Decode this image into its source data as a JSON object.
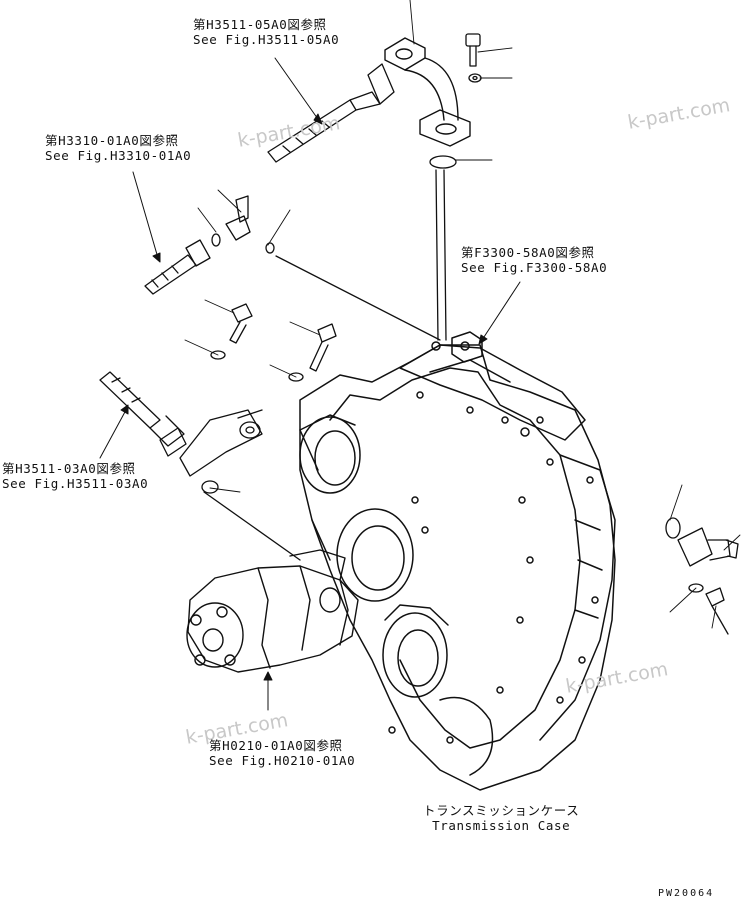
{
  "refs": {
    "h3511_05": {
      "jp": "第H3511-05A0図参照",
      "en": "See Fig.H3511-05A0"
    },
    "h3310_01": {
      "jp": "第H3310-01A0図参照",
      "en": "See Fig.H3310-01A0"
    },
    "f3300_58": {
      "jp": "第F3300-58A0図参照",
      "en": "See Fig.F3300-58A0"
    },
    "h3511_03": {
      "jp": "第H3511-03A0図参照",
      "en": "See Fig.H3511-03A0"
    },
    "h0210_01": {
      "jp": "第H0210-01A0図参照",
      "en": "See Fig.H0210-01A0"
    }
  },
  "case_label": {
    "jp": "トランスミッションケース",
    "en": "Transmission Case"
  },
  "watermark": "k-part.com",
  "drawing_code": "PW20064",
  "colors": {
    "ink": "#111111",
    "paper": "#ffffff",
    "watermark": "#c8c8c8"
  }
}
